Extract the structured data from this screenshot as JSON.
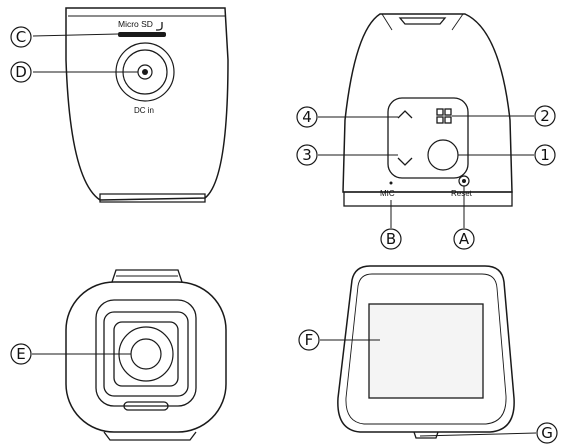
{
  "callouts": {
    "c": "C",
    "d": "D",
    "b": "B",
    "a": "A",
    "one": "1",
    "two": "2",
    "three": "3",
    "four": "4",
    "e": "E",
    "f": "F",
    "g": "G"
  },
  "labels": {
    "micro_sd": "Micro SD",
    "dc_in": "DC in",
    "mic": "MIC",
    "reset": "Reset"
  },
  "colors": {
    "line": "#1a1a1a",
    "fill": "#ffffff",
    "screen_fill": "#f4f4f4"
  }
}
